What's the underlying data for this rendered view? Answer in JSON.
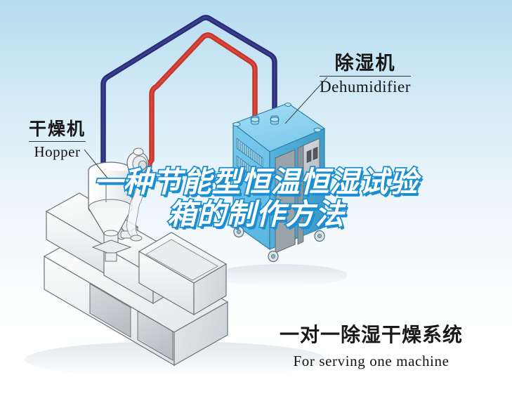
{
  "illustration": {
    "background": {
      "top_color": "#b6dcf0",
      "bottom_color": "#ffffff"
    },
    "labels": {
      "dehumidifier": {
        "cn": "除湿机",
        "en": "Dehumidifier"
      },
      "hopper": {
        "cn": "干燥机",
        "en": "Hopper"
      }
    },
    "caption": {
      "cn": "一对一除湿干燥系统",
      "en": "For serving one machine"
    },
    "overlay_title": {
      "line1": "一种节能型恒温恒湿试验",
      "line2": "箱的制作方法",
      "fill_color": "#ffffff",
      "stroke_color": "#1a8ed1"
    },
    "colors": {
      "pipe_return": "#2b2f7a",
      "pipe_supply": "#c9372c",
      "unit_front": "#6cc2e8",
      "unit_side": "#4aa9d8",
      "unit_top": "#8ed3f0",
      "unit_panel": "#9aa3a8",
      "machine_body": "#f2f4f5",
      "machine_edge": "#6d7478"
    }
  }
}
